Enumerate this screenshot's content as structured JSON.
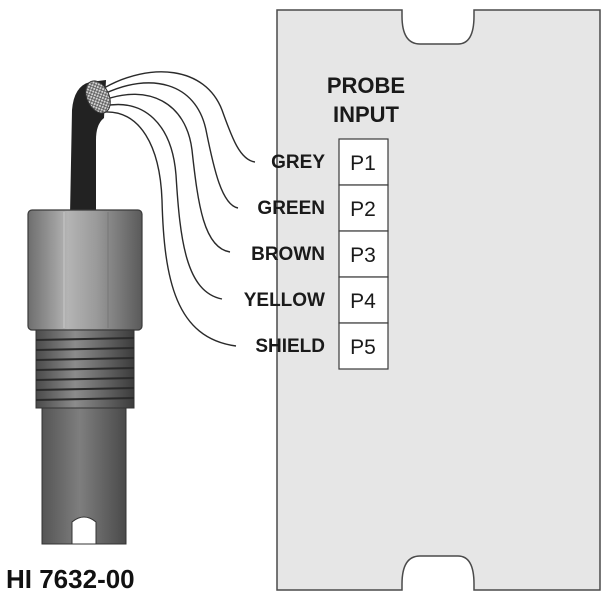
{
  "terminal_block": {
    "header_line1": "PROBE",
    "header_line2": "INPUT",
    "pins": [
      {
        "pin": "P1",
        "wire": "GREY"
      },
      {
        "pin": "P2",
        "wire": "GREEN"
      },
      {
        "pin": "P3",
        "wire": "BROWN"
      },
      {
        "pin": "P4",
        "wire": "YELLOW"
      },
      {
        "pin": "P5",
        "wire": "SHIELD"
      }
    ]
  },
  "probe": {
    "model": "HI 7632-00"
  },
  "colors": {
    "board_fill": "#e6e6e6",
    "outline": "#4a4a4a",
    "probe_body": "#5c5c5c",
    "probe_collar": "#8a8a8a",
    "cable": "#222222"
  }
}
